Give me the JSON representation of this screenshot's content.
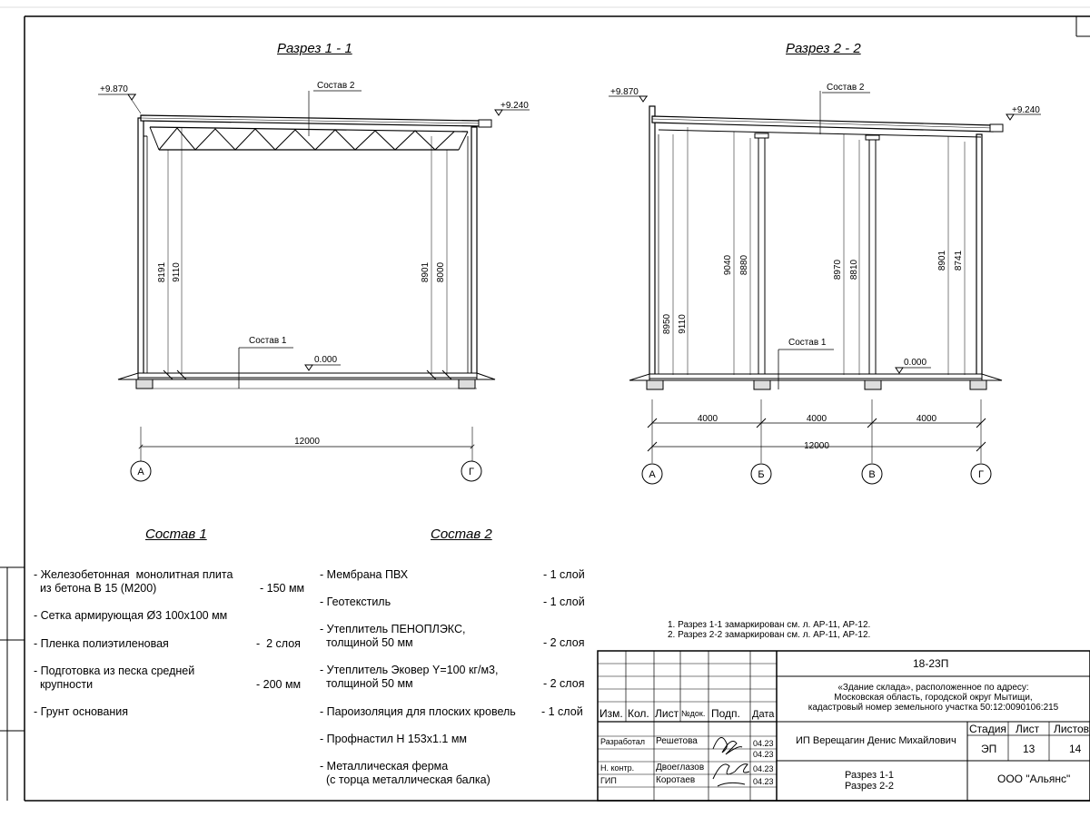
{
  "sections": [
    {
      "title": "Разрез 1 - 1",
      "composition_top": "Состав 2",
      "composition_floor": "Состав 1",
      "level_left": "+9.870",
      "level_right": "+9.240",
      "level_floor": "0.000",
      "heights": [
        "8191",
        "9110",
        "8901",
        "8000"
      ],
      "span_total": "12000",
      "axes": [
        "А",
        "Г"
      ]
    },
    {
      "title": "Разрез 2 - 2",
      "composition_top": "Состав 2",
      "composition_floor": "Состав 1",
      "level_left": "+9.870",
      "level_right": "+9.240",
      "level_floor": "0.000",
      "heights": [
        "8950",
        "9110",
        "9040",
        "8880",
        "8970",
        "8810",
        "8901",
        "8741"
      ],
      "spans": [
        "4000",
        "4000",
        "4000"
      ],
      "span_total": "12000",
      "axes": [
        "А",
        "Б",
        "В",
        "Г"
      ]
    }
  ],
  "composition1": {
    "title": "Состав 1",
    "items": [
      {
        "lines": [
          "- Железобетонная  монолитная плита",
          "  из бетона В 15 (М200)"
        ],
        "value": "- 150 мм"
      },
      {
        "lines": [
          "- Сетка армирующая Ø3 100х100 мм"
        ],
        "value": ""
      },
      {
        "lines": [
          "- Пленка полиэтиленовая"
        ],
        "value": "-  2 слоя"
      },
      {
        "lines": [
          "- Подготовка из песка средней",
          "  крупности"
        ],
        "value": "- 200 мм"
      },
      {
        "lines": [
          "- Грунт основания"
        ],
        "value": ""
      }
    ]
  },
  "composition2": {
    "title": "Состав 2",
    "items": [
      {
        "lines": [
          "- Мембрана ПВХ"
        ],
        "value": "- 1 слой"
      },
      {
        "lines": [
          "- Геотекстиль"
        ],
        "value": "- 1 слой"
      },
      {
        "lines": [
          "- Утеплитель ПЕНОПЛЭКС,",
          "  толщиной 50 мм"
        ],
        "value": "- 2 слоя"
      },
      {
        "lines": [
          "- Утеплитель Эковер Y=100 кг/м3,",
          "  толщиной 50 мм"
        ],
        "value": "- 2 слоя"
      },
      {
        "lines": [
          "- Пароизоляция для плоских кровель"
        ],
        "value": "- 1 слой"
      },
      {
        "lines": [
          "- Профнастил Н 153х1.1 мм"
        ],
        "value": ""
      },
      {
        "lines": [
          "- Металлическая ферма",
          "  (с торца металлическая балка)"
        ],
        "value": ""
      }
    ]
  },
  "notes": [
    "1. Разрез 1-1 замаркирован см. л. АР-11, АР-12.",
    "2. Разрез 2-2 замаркирован см. л. АР-11, АР-12."
  ],
  "title_block": {
    "code": "18-23П",
    "project": [
      "«Здание склада», расположенное по адресу:",
      "Московская область, городской округ Мытищи,",
      "кадастровый номер земельного участка 50:12:0090106:215"
    ],
    "columns": [
      "Изм.",
      "Кол.",
      "Лист",
      "№док.",
      "Подп.",
      "Дата"
    ],
    "roles": [
      {
        "role": "Разработал",
        "name": "Решетова",
        "date": "04.23"
      },
      {
        "role": "",
        "name": "",
        "date": "04.23"
      },
      {
        "role": "Н. контр.",
        "name": "Двоеглазов",
        "date": "04.23"
      },
      {
        "role": "ГИП",
        "name": "Коротаев",
        "date": "04.23"
      }
    ],
    "customer": "ИП Верещагин Денис Михайлович",
    "stage_headers": [
      "Стадия",
      "Лист",
      "Листов"
    ],
    "stage_values": [
      "ЭП",
      "13",
      "14"
    ],
    "sheet_title": [
      "Разрез 1-1",
      "Разрез 2-2"
    ],
    "company": "ООО \"Альянс\""
  }
}
